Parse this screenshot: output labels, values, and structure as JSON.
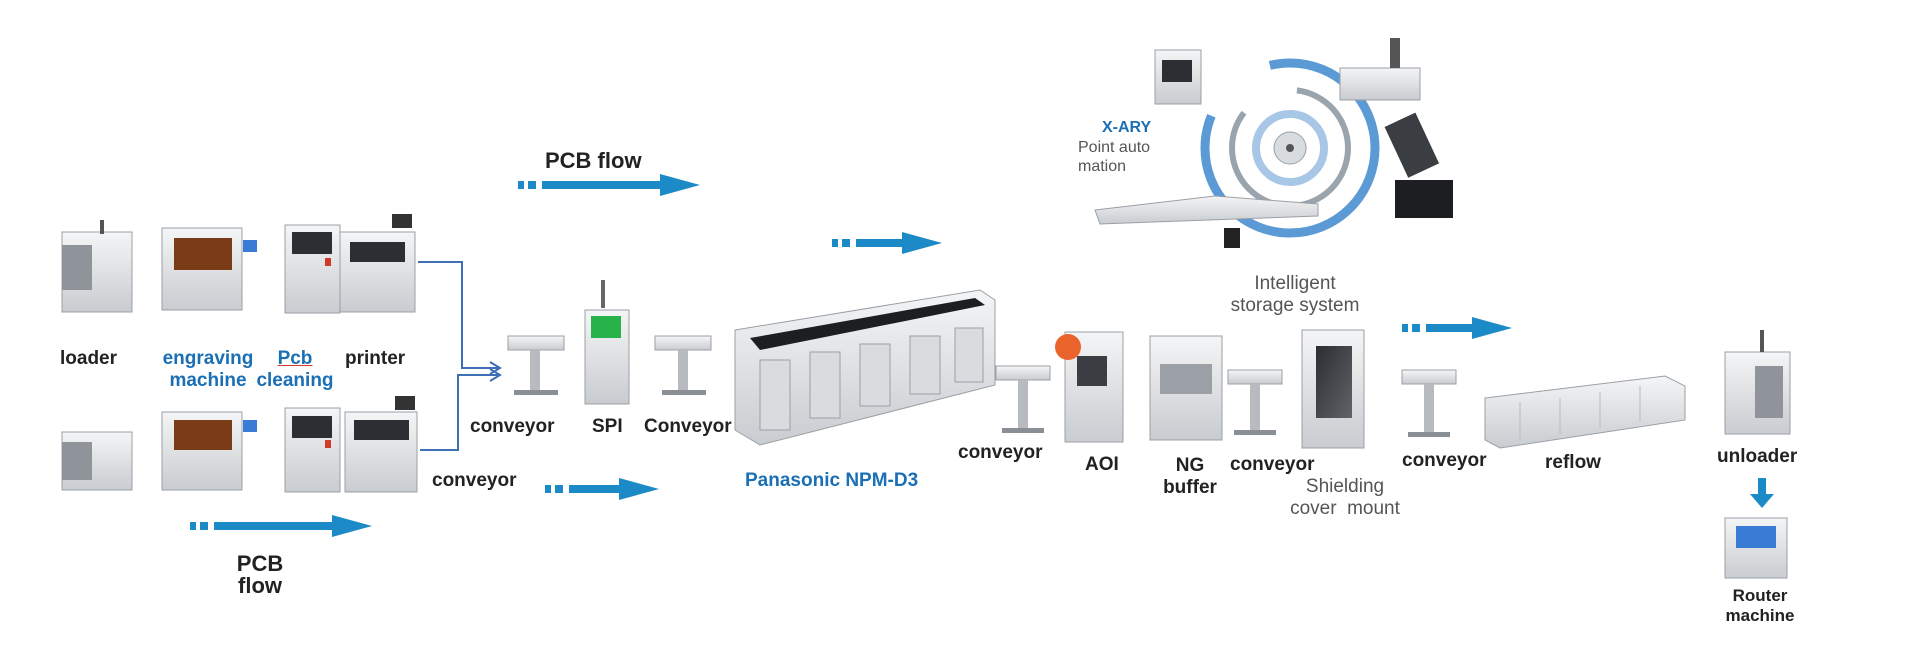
{
  "flow_top": "PCB flow",
  "flow_bottom_line1": "PCB",
  "flow_bottom_line2": "flow",
  "top_line": {
    "loader": "loader",
    "engraving_line1": "engraving",
    "engraving_line2": "machine",
    "pcb_cleaning_line1": "Pcb",
    "pcb_cleaning_line2": "cleaning",
    "printer": "printer"
  },
  "conveyor_a": "conveyor",
  "spi": "SPI",
  "conveyor_b": "Conveyor",
  "conveyor_bottom": "conveyor",
  "panasonic": "Panasonic NPM-D3",
  "conveyor_c": "conveyor",
  "aoi": "AOI",
  "ng_buffer_line1": "NG",
  "ng_buffer_line2": "buffer",
  "conveyor_d": "conveyor",
  "shielding_line1": "Shielding",
  "shielding_line2": "cover  mount",
  "intelligent_line1": "Intelligent",
  "intelligent_line2": "storage system",
  "conveyor_e": "conveyor",
  "reflow": "reflow",
  "unloader": "unloader",
  "router_line1": "Router",
  "router_line2": "machine",
  "xary": {
    "title": "X-ARY",
    "line1": "Point auto",
    "line2": "mation"
  },
  "colors": {
    "accent_blue": "#1b8ac6",
    "label_blue": "#1a6fb5",
    "text": "#222222"
  }
}
